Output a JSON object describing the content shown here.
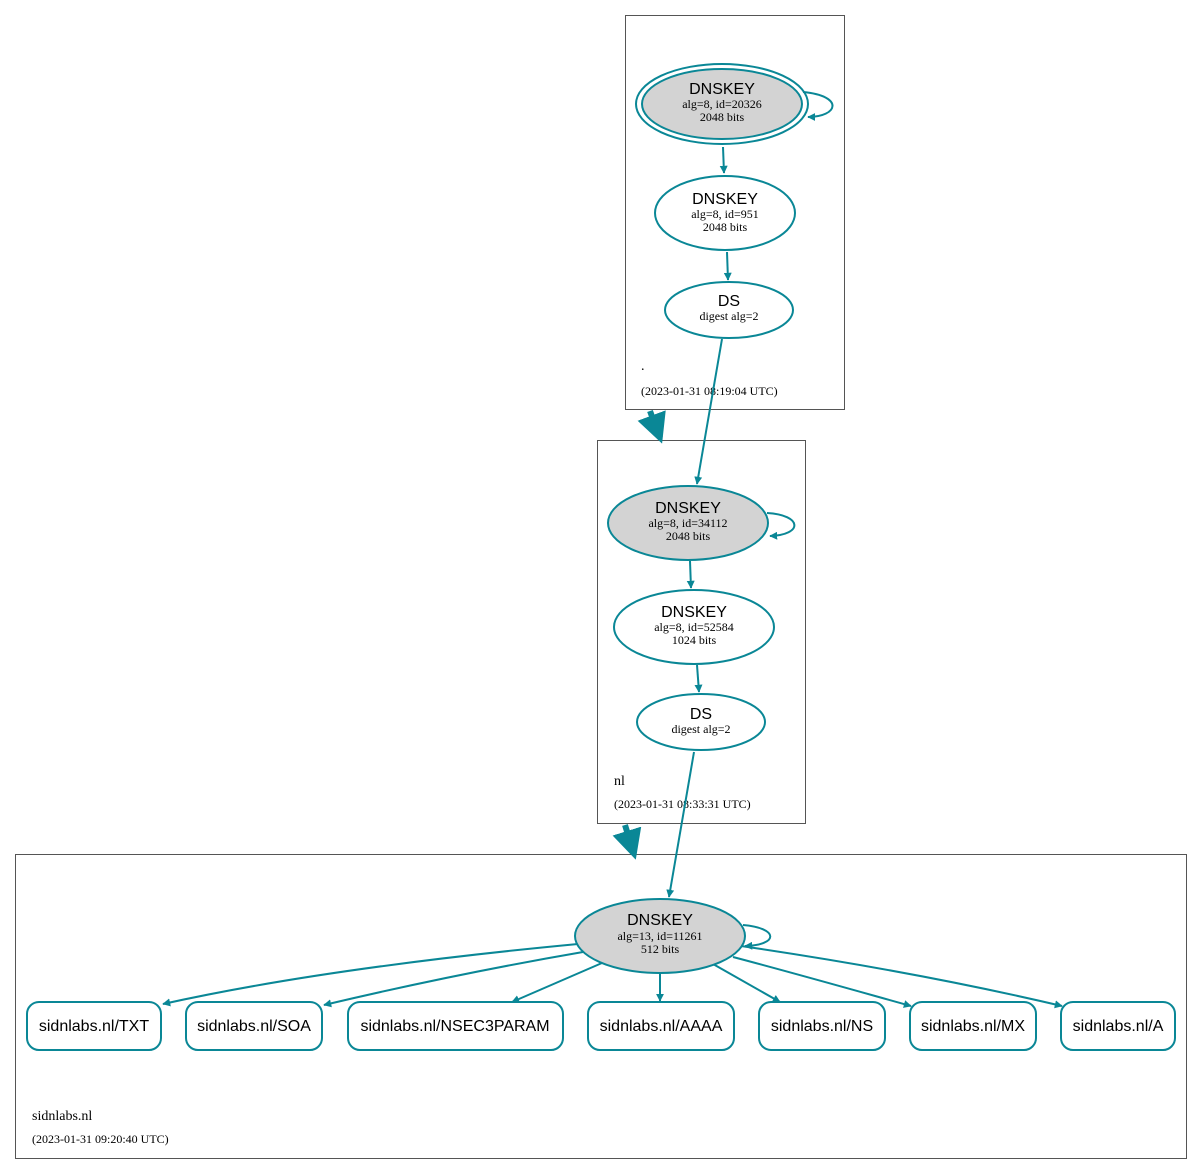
{
  "colors": {
    "edge": "#0a8796",
    "node_border": "#0a8796",
    "sep_fill": "#d3d3d3",
    "cluster_border": "#555555"
  },
  "zones": {
    "root": {
      "name": ".",
      "timestamp": "(2023-01-31 08:19:04 UTC)"
    },
    "nl": {
      "name": "nl",
      "timestamp": "(2023-01-31 08:33:31 UTC)"
    },
    "sidnlabs": {
      "name": "sidnlabs.nl",
      "timestamp": "(2023-01-31 09:20:40 UTC)"
    }
  },
  "nodes": {
    "root_ksk": {
      "title": "DNSKEY",
      "line1": "alg=8, id=20326",
      "line2": "2048 bits"
    },
    "root_zsk": {
      "title": "DNSKEY",
      "line1": "alg=8, id=951",
      "line2": "2048 bits"
    },
    "root_ds": {
      "title": "DS",
      "line1": "digest alg=2"
    },
    "nl_ksk": {
      "title": "DNSKEY",
      "line1": "alg=8, id=34112",
      "line2": "2048 bits"
    },
    "nl_zsk": {
      "title": "DNSKEY",
      "line1": "alg=8, id=52584",
      "line2": "1024 bits"
    },
    "nl_ds": {
      "title": "DS",
      "line1": "digest alg=2"
    },
    "sid_key": {
      "title": "DNSKEY",
      "line1": "alg=13, id=11261",
      "line2": "512 bits"
    }
  },
  "rrsets": [
    "sidnlabs.nl/TXT",
    "sidnlabs.nl/SOA",
    "sidnlabs.nl/NSEC3PARAM",
    "sidnlabs.nl/AAAA",
    "sidnlabs.nl/NS",
    "sidnlabs.nl/MX",
    "sidnlabs.nl/A"
  ]
}
